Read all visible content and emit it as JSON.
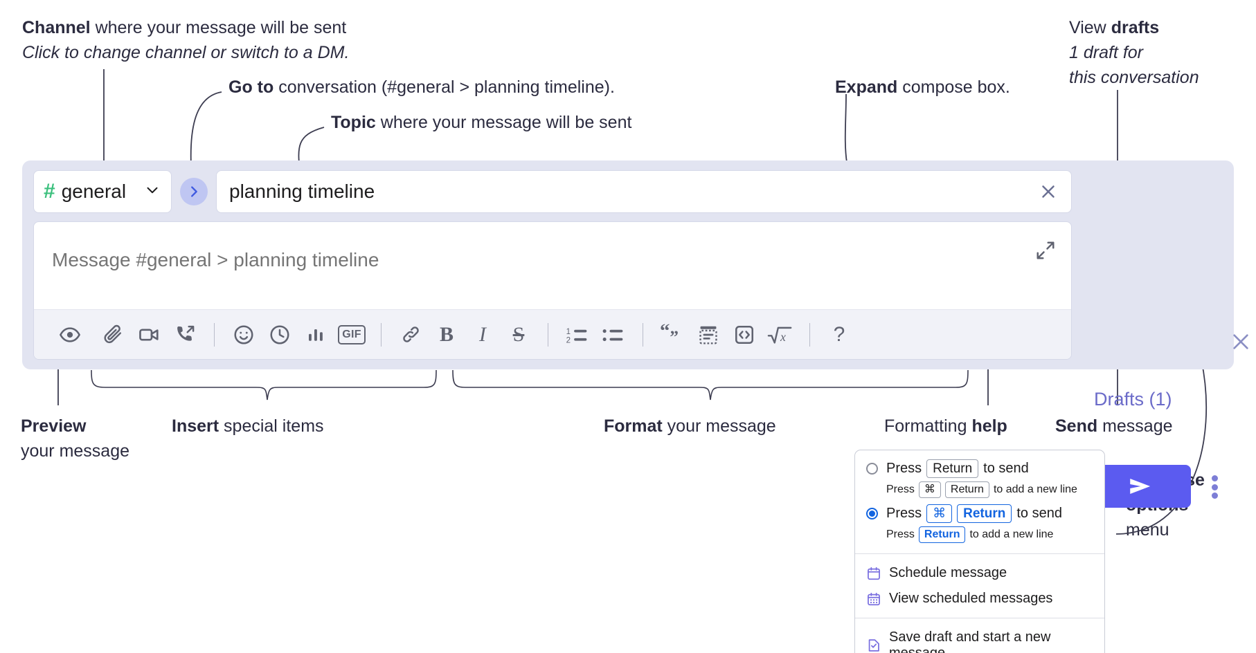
{
  "annotations": {
    "channel_title_bold": "Channel",
    "channel_title_rest": " where your message will be sent",
    "channel_sub": "Click to change channel or switch to a DM.",
    "goto_bold": "Go to",
    "goto_rest": " conversation (#general > planning timeline).",
    "topic_bold": "Topic",
    "topic_rest": " where your message will be sent",
    "expand_bold": "Expand",
    "expand_rest": " compose box.",
    "drafts_bold_pre": "View ",
    "drafts_bold": "drafts",
    "drafts_sub_1": "1 draft for",
    "drafts_sub_2": "this conversation",
    "preview_bold": "Preview",
    "preview_rest": "your message",
    "insert_bold": "Insert",
    "insert_rest": " special items",
    "format_bold": "Format",
    "format_rest": " your message",
    "help_pre": "Formatting ",
    "help_bold": "help",
    "send_bold": "Send",
    "send_rest": " message",
    "compose_opts_bold_1": "Compose",
    "compose_opts_bold_2": "options",
    "compose_opts_rest": "menu"
  },
  "compose": {
    "channel": {
      "name": "general",
      "hash": "#",
      "chevron": "chevron-down-icon"
    },
    "goto_button_label": "go-to-conversation",
    "topic": {
      "value": "planning timeline",
      "clear_label": "clear-topic"
    },
    "message": {
      "placeholder": "Message #general > planning timeline",
      "value": ""
    },
    "expand_label": "expand-compose-box",
    "close_label": "close-compose",
    "drafts_label": "Drafts (1)",
    "send_label": "send-message",
    "options_label": "compose-options"
  },
  "toolbar": {
    "groups": [
      {
        "name": "preview",
        "items": [
          {
            "name": "preview-icon",
            "title": "Preview"
          }
        ]
      },
      {
        "name": "insert",
        "items": [
          {
            "name": "attachment-icon",
            "title": "Attach file"
          },
          {
            "name": "video-icon",
            "title": "Video clip"
          },
          {
            "name": "call-icon",
            "title": "Huddle"
          },
          {
            "name": "emoji-icon",
            "title": "Emoji"
          },
          {
            "name": "clock-icon",
            "title": "Schedule"
          },
          {
            "name": "poll-icon",
            "title": "Poll"
          },
          {
            "name": "gif-icon",
            "title": "GIF",
            "text": "GIF"
          }
        ]
      },
      {
        "name": "format",
        "items": [
          {
            "name": "link-icon",
            "title": "Link"
          },
          {
            "name": "bold-icon",
            "title": "Bold",
            "text": "B"
          },
          {
            "name": "italic-icon",
            "title": "Italic",
            "text": "I"
          },
          {
            "name": "strikethrough-icon",
            "title": "Strikethrough",
            "text": "S"
          },
          {
            "name": "ordered-list-icon",
            "title": "Ordered list"
          },
          {
            "name": "bulleted-list-icon",
            "title": "Bulleted list"
          },
          {
            "name": "blockquote-icon",
            "title": "Blockquote"
          },
          {
            "name": "code-block-icon",
            "title": "Code block"
          },
          {
            "name": "code-icon",
            "title": "Code"
          },
          {
            "name": "equation-icon",
            "title": "Equation"
          }
        ]
      },
      {
        "name": "help",
        "items": [
          {
            "name": "help-icon",
            "title": "Formatting help",
            "text": "?"
          }
        ]
      }
    ]
  },
  "options_menu": {
    "radio_1": {
      "selected": false,
      "pre": "Press",
      "key": "Return",
      "post": "to send",
      "sub_pre": "Press",
      "sub_key_1": "⌘",
      "sub_key_2": "Return",
      "sub_post": "to add a new line"
    },
    "radio_2": {
      "selected": true,
      "pre": "Press",
      "key_1": "⌘",
      "key_2": "Return",
      "post": "to send",
      "sub_pre": "Press",
      "sub_key": "Return",
      "sub_post": "to add a new line"
    },
    "items": [
      {
        "name": "schedule-message",
        "icon": "calendar-icon",
        "label": "Schedule message"
      },
      {
        "name": "view-scheduled-messages",
        "icon": "calendar-grid-icon",
        "label": "View scheduled messages"
      },
      {
        "name": "save-draft-new-message",
        "icon": "draft-check-icon",
        "label": "Save draft and start a new message"
      }
    ]
  },
  "colors": {
    "panel_bg": "#e2e4f1",
    "send_button": "#5b5bf0",
    "hash_green": "#3cc07e",
    "goto_blue": "#bfc6f2",
    "drafts_text": "#6b6bc9",
    "accent_blue": "#1264e0",
    "menu_icon": "#7a6fe0"
  }
}
